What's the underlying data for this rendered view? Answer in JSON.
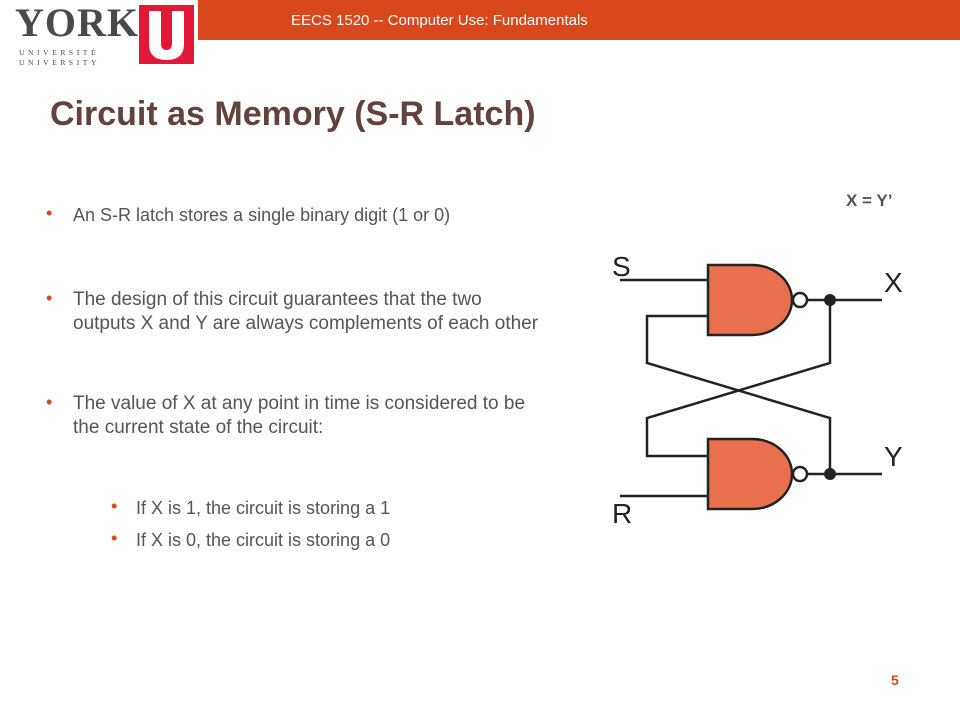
{
  "header": {
    "course_title": "EECS 1520 -- Computer Use: Fundamentals",
    "logo": {
      "name": "YORK",
      "line1": "UNIVERSITÉ",
      "line2": "UNIVERSITY",
      "mark": "U"
    }
  },
  "slide": {
    "title": "Circuit as Memory (S-R Latch)",
    "formula": "X = Y’",
    "bullets": [
      "An S-R latch stores a single binary digit (1 or 0)",
      "The design of this circuit guarantees that the two outputs X and Y are always complements of each other",
      "The value of X at any point in time is considered to be the current state of the circuit:"
    ],
    "sub_bullets": [
      "If X is 1, the circuit is storing a 1",
      "If X is  0, the circuit is storing a 0"
    ],
    "page_number": "5"
  },
  "diagram": {
    "labels": {
      "s": "S",
      "r": "R",
      "x": "X",
      "y": "Y"
    },
    "colors": {
      "gate_fill": "#e8704f",
      "wire": "#222222",
      "accent": "#d9481c"
    }
  }
}
